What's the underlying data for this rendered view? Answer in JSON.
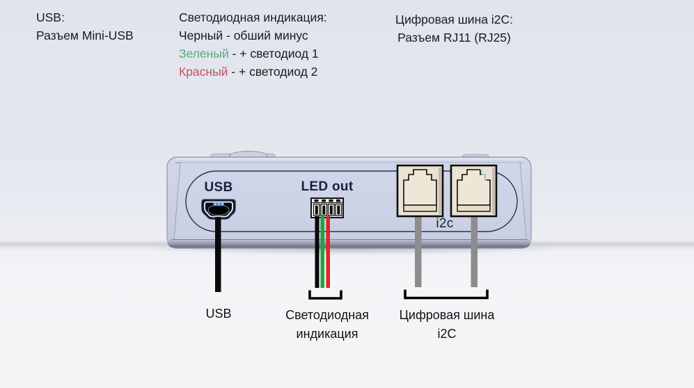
{
  "annotations": {
    "usb_note": {
      "line1": "USB:",
      "line2": "Разъем Mini-USB"
    },
    "led_note": {
      "title": "Светодиодная индикация:",
      "black_line": "Черный - обший минус",
      "green_word": "Зеленый",
      "green_rest": " - + светодиод 1",
      "red_word": "Красный",
      "red_rest": " - + светодиод 2"
    },
    "i2c_note": {
      "line1": "Цифровая шина i2C:",
      "line2": "Разъем RJ11 (RJ25)"
    }
  },
  "device": {
    "usb_port_label": "USB",
    "led_out_label": "LED out",
    "i2c_jack_label": "i2c"
  },
  "callouts": {
    "usb_cable": "USB",
    "led_wires_line1": "Светодиодная",
    "led_wires_line2": "индикация",
    "i2c_bus_line1": "Цифровая шина",
    "i2c_bus_line2": "i2C"
  },
  "colors": {
    "device_face": "#ced4e8",
    "black_wire": "#0a0a0a",
    "green_wire": "#1fa53f",
    "red_wire": "#e2222a",
    "gray_cable": "#8d8d8d",
    "jack_fill": "#eae2d2",
    "green_text": "#55ad72",
    "red_text": "#c2545e"
  }
}
